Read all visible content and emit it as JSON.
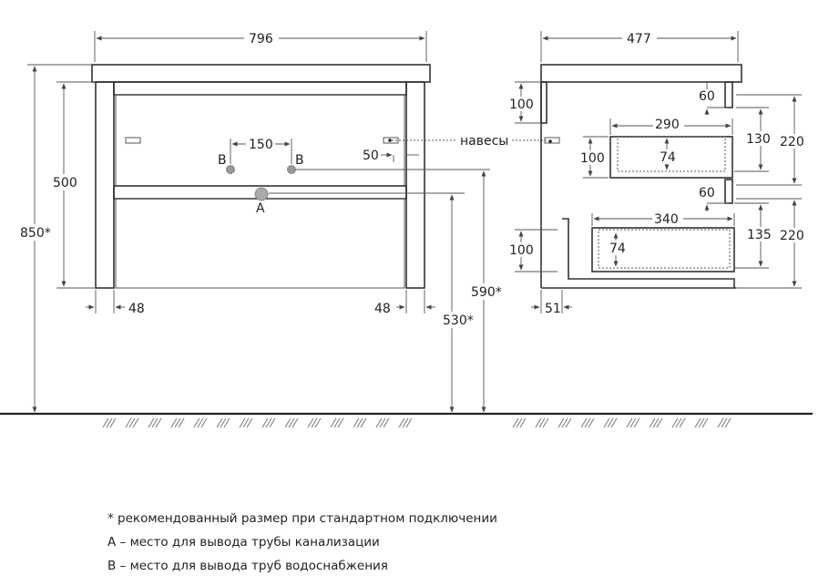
{
  "front_view": {
    "width_label": "796",
    "height_total_label": "850*",
    "height_body_label": "500",
    "pipe_spacing_label": "150",
    "hanger_offset_label": "50",
    "side_left_label": "48",
    "side_right_label": "48",
    "drain_height_label": "530*",
    "water_height_label": "590*",
    "point_a_label": "A",
    "point_b_left_label": "B",
    "point_b_right_label": "B"
  },
  "hangers_label": "навесы",
  "side_view": {
    "depth_label": "477",
    "top_panel_label": "100",
    "top_gap_label": "60",
    "upper_drawer_depth_label": "290",
    "upper_drawer_front_label": "100",
    "upper_drawer_inner_label": "74",
    "upper_drawer_height_label": "130",
    "upper_zone_label": "220",
    "middle_gap_label": "60",
    "lower_drawer_depth_label": "340",
    "lower_drawer_inner_label": "74",
    "lower_drawer_height_label": "135",
    "lower_zone_label": "220",
    "bottom_front_label": "100",
    "bottom_offset_label": "51"
  },
  "notes": [
    "* рекомендованный размер при стандартном подключении",
    "А – место для вывода трубы канализации",
    "В – место для вывода труб водоснабжения"
  ]
}
